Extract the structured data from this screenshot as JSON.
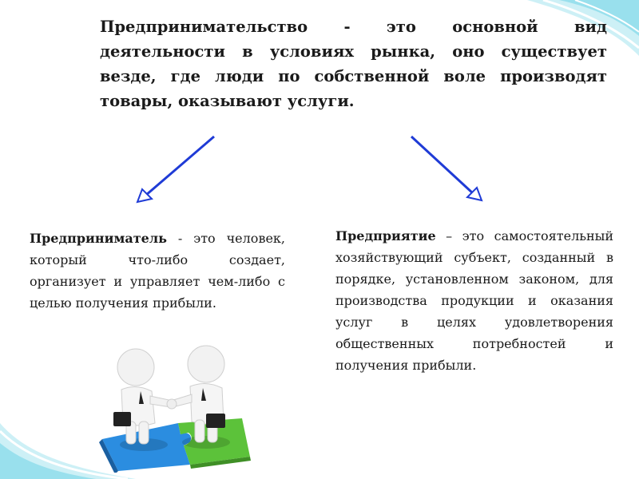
{
  "slide": {
    "definition": "Предпринимательство - это основной вид деятельности в условиях рынка, оно существует везде, где люди по собственной воле производят товары, оказывают услуги.",
    "left_term": "Предприниматель",
    "left_text": " - это человек, который что-либо создает, организует и управляет чем-либо с целью получения прибыли.",
    "right_term": "Предприятие",
    "right_text": " – это самостоятельный хозяйствующий субъект, созданный в порядке, установленном законом, для производства продукции и оказания услуг в целях удовлетворения общественных потребностей и получения прибыли."
  },
  "colors": {
    "arrow": "#1f3bd6",
    "corner": "#6fd3e6",
    "puzzle_blue": "#2b8de0",
    "puzzle_green": "#5cc23a"
  },
  "icons": [
    "arrow-down-left-icon",
    "arrow-down-right-icon",
    "handshake-illustration"
  ]
}
